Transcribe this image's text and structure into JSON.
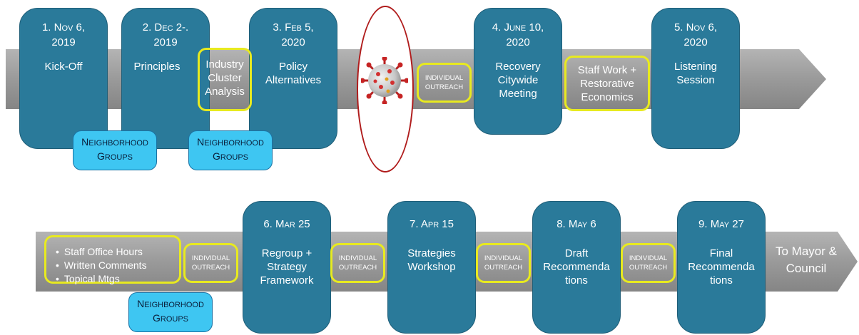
{
  "row1": {
    "steps": [
      {
        "date_num": "1. N",
        "date_mid": "OV",
        "date_tail": " 6,",
        "year": "2019",
        "label": "Kick-Off"
      },
      {
        "date_num": "2. D",
        "date_mid": "EC",
        "date_tail": " 2-.",
        "year": "2019",
        "label": "Principles"
      },
      {
        "date_num": "3. F",
        "date_mid": "EB",
        "date_tail": " 5,",
        "year": "2020",
        "label": "Policy Alternatives"
      },
      {
        "date_num": "4. J",
        "date_mid": "UNE",
        "date_tail": " 10,",
        "year": "2020",
        "label": "Recovery Citywide Meeting"
      },
      {
        "date_num": "5. N",
        "date_mid": "OV",
        "date_tail": " 6,",
        "year": "2020",
        "label": "Listening Session"
      }
    ],
    "industry_cluster": "Industry Cluster Analysis",
    "outreach": {
      "line1": "INDIVIDUAL",
      "line2": "OUTREACH"
    },
    "staff_work": "Staff Work + Restorative Economics",
    "neighborhood": {
      "n_big": "N",
      "n_rest": "EIGHBORHOOD",
      "g_big": "G",
      "g_rest": "ROUPS"
    }
  },
  "row2": {
    "bullets": [
      "Staff Office Hours",
      "Written Comments",
      "Topical Mtgs"
    ],
    "steps": [
      {
        "date_num": "6. M",
        "date_mid": "AR",
        "date_tail": " 25",
        "label": "Regroup + Strategy Framework"
      },
      {
        "date_num": "7. A",
        "date_mid": "PR",
        "date_tail": " 15",
        "label": "Strategies Workshop"
      },
      {
        "date_num": "8. M",
        "date_mid": "AY",
        "date_tail": " 6",
        "label": "Draft Recommenda tions"
      },
      {
        "date_num": "9. M",
        "date_mid": "AY",
        "date_tail": " 27",
        "label": "Final Recommenda tions"
      }
    ],
    "outreach": {
      "line1": "INDIVIDUAL",
      "line2": "OUTREACH"
    },
    "neighborhood": {
      "n_big": "N",
      "n_rest": "EIGHBORHOOD",
      "g_big": "G",
      "g_rest": "ROUPS"
    },
    "destination": "To Mayor & Council"
  },
  "colors": {
    "arrow": "#9a9a9a",
    "step_box": "#2a7a9a",
    "neighborhood_box": "#3ec6f2",
    "highlight_ring": "#e8ea1f",
    "virus_oval": "#b01c1c"
  },
  "icons": {
    "virus": "coronavirus-icon"
  }
}
